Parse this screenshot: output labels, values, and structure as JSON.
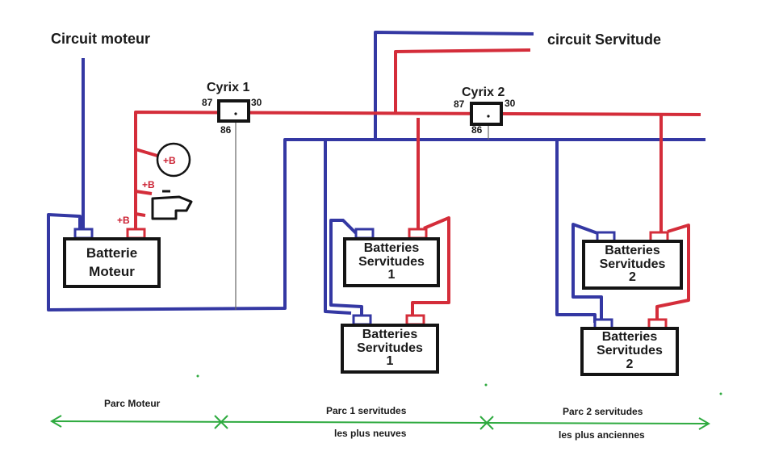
{
  "titles": {
    "motor_circuit": "Circuit moteur",
    "service_circuit": "circuit Servitude"
  },
  "relays": [
    {
      "name": "Cyrix 1",
      "pin_left": "87",
      "pin_right": "30",
      "pin_bottom": "86"
    },
    {
      "name": "Cyrix 2",
      "pin_left": "87",
      "pin_right": "30",
      "pin_bottom": "86"
    }
  ],
  "positive_labels": [
    "+B",
    "+B",
    "+B"
  ],
  "batteries": {
    "motor": {
      "line1": "Batterie",
      "line2": "Moteur"
    },
    "service_1a": {
      "line1": "Batteries",
      "line2": "Servitudes",
      "line3": "1"
    },
    "service_1b": {
      "line1": "Batteries",
      "line2": "Servitudes",
      "line3": "1"
    },
    "service_2a": {
      "line1": "Batteries",
      "line2": "Servitudes",
      "line3": "2"
    },
    "service_2b": {
      "line1": "Batteries",
      "line2": "Servitudes",
      "line3": "2"
    }
  },
  "zones": {
    "motor": "Parc Moteur",
    "service1_line1": "Parc  1 servitudes",
    "service1_line2": "les plus neuves",
    "service2_line1": "Parc 2 servitudes",
    "service2_line2": "les plus anciennes"
  },
  "colors": {
    "positive_wire": "#d42d3a",
    "negative_wire": "#3438a3",
    "sense_wire": "#666666",
    "divider": "#2eaa3f",
    "outline": "#141414"
  }
}
